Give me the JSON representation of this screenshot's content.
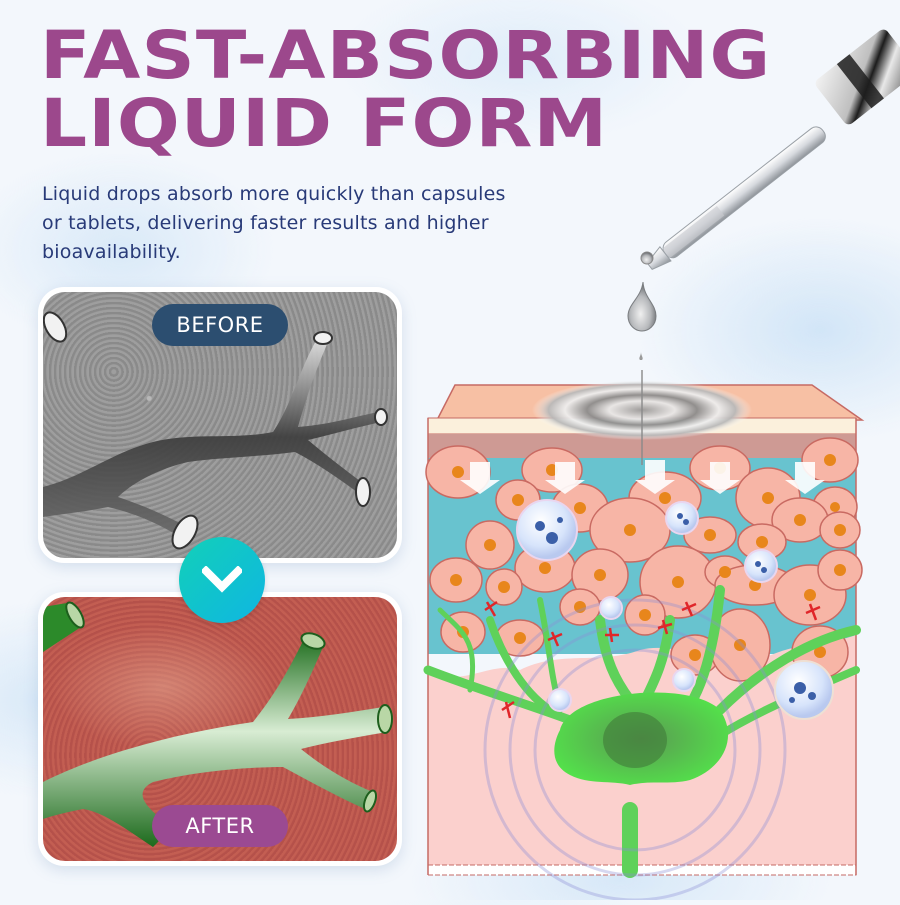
{
  "headline": {
    "line1": "FAST-ABSORBING",
    "line2": "LIQUID FORM"
  },
  "subtext": "Liquid drops absorb more quickly than capsules or tablets, delivering faster results and higher bioavailability.",
  "comparison": {
    "before": {
      "label": "BEFORE",
      "description": "gray constricted blood vessel illustration",
      "badge_color": "#2c4e70"
    },
    "after": {
      "label": "AFTER",
      "description": "green healthy branching blood vessel on red tissue",
      "badge_color": "#9b4a92"
    },
    "transition_icon": "chevron-down-icon",
    "transition_color": "#12c4cc"
  },
  "illustration": {
    "dropper": "dropper-with-falling-drop",
    "diagram": "skin-cross-section-absorption"
  },
  "colors": {
    "headline": "#9c488c",
    "subtext": "#283a78",
    "background": "#f3f7fc"
  }
}
